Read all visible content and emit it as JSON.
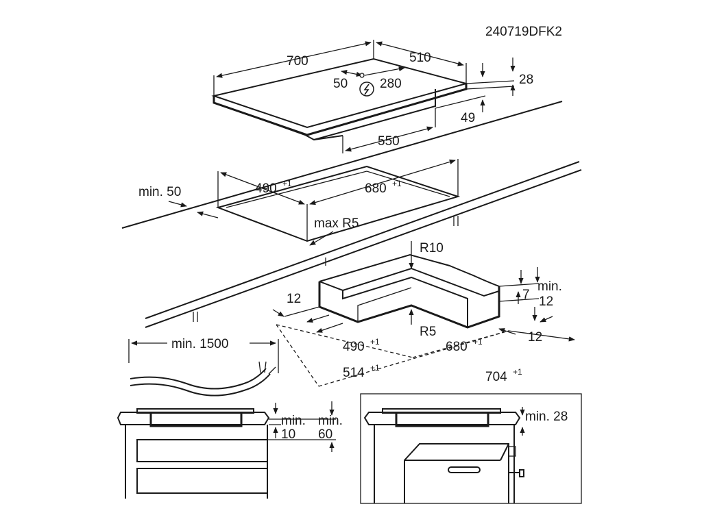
{
  "doc_id": "240719DFK2",
  "hob": {
    "width": "700",
    "depth": "510",
    "thickness": "28",
    "cable_offset": "50",
    "cable_position": "280",
    "body_height": "49",
    "body_depth": "550"
  },
  "cutout": {
    "depth": "490",
    "width": "680",
    "tolerance": "+1",
    "edge_distance": "min. 50",
    "corner_radius": "max R5"
  },
  "sealing_frame": {
    "outer_radius": "R10",
    "inner_radius": "R5",
    "strip_width": "12",
    "height": "7",
    "min_label": "min.",
    "min_value": "12",
    "right_width": "12",
    "inner_depth": "490",
    "inner_width": "680",
    "outer_depth": "514",
    "outer_width": "704",
    "tolerance": "+1"
  },
  "cable": {
    "length": "min. 1500"
  },
  "install_drawer": {
    "min_label_1": "min.",
    "clearance_1": "10",
    "min_label_2": "min.",
    "clearance_2": "60"
  },
  "install_oven": {
    "clearance": "min. 28"
  }
}
